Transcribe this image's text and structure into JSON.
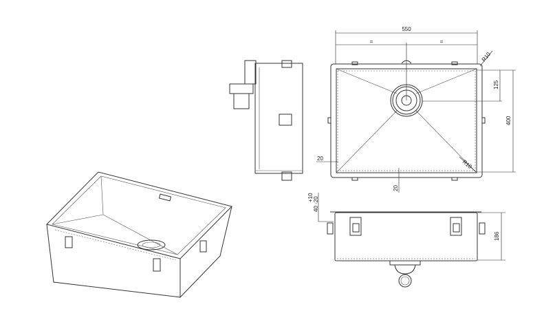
{
  "drawing": {
    "top_view": {
      "width_label": "550",
      "half_left_label": "=",
      "half_right_label": "=",
      "outer_radius_label": "R10",
      "drain_offset_label": "125",
      "depth_label": "400",
      "side_margin_label": "20",
      "inner_radius_label": "R10",
      "bottom_margin_label": "20"
    },
    "front_view": {
      "tolerance_upper_label": "+10",
      "tolerance_base_label": "40 -20",
      "height_label": "186"
    }
  }
}
